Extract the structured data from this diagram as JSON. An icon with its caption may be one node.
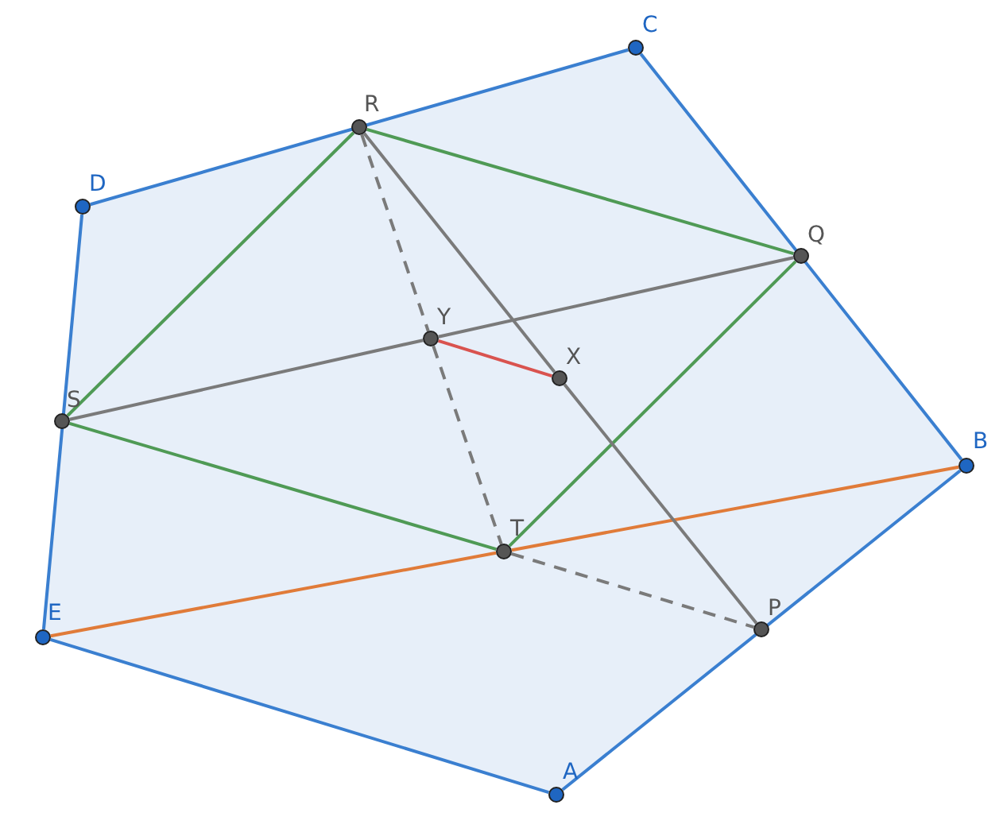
{
  "diagram": {
    "nodes": [
      {
        "text": [
          "C"
        ]
      },
      {
        "text": [
          "R"
        ]
      },
      {
        "text": [
          "D"
        ]
      },
      {
        "text": [
          "Q"
        ]
      },
      {
        "text": [
          "Y"
        ]
      },
      {
        "text": [
          "X"
        ]
      },
      {
        "text": [
          "S"
        ]
      },
      {
        "text": [
          "B"
        ]
      },
      {
        "text": [
          "T"
        ]
      },
      {
        "text": [
          "E"
        ]
      },
      {
        "text": [
          "P"
        ]
      },
      {
        "text": [
          "A"
        ]
      }
    ],
    "edges": [
      {
        "from": 11,
        "to": 7,
        "arrow": "none"
      },
      {
        "from": 7,
        "to": 0,
        "arrow": "none"
      },
      {
        "from": 0,
        "to": 2,
        "arrow": "none"
      },
      {
        "from": 2,
        "to": 9,
        "arrow": "none"
      },
      {
        "from": 9,
        "to": 11,
        "arrow": "none"
      },
      {
        "from": 1,
        "to": 3,
        "arrow": "none",
        "color": "#4f9a55"
      },
      {
        "from": 1,
        "to": 6,
        "arrow": "none",
        "color": "#4f9a55"
      },
      {
        "from": 6,
        "to": 8,
        "arrow": "none",
        "color": "#4f9a55"
      },
      {
        "from": 8,
        "to": 3,
        "arrow": "none",
        "color": "#4f9a55"
      },
      {
        "from": 9,
        "to": 8,
        "arrow": "none",
        "color": "#e07b39"
      },
      {
        "from": 8,
        "to": 7,
        "arrow": "none",
        "color": "#e07b39"
      },
      {
        "from": 6,
        "to": 4,
        "arrow": "none",
        "color": "#7a7a7a"
      },
      {
        "from": 4,
        "to": 3,
        "arrow": "none",
        "color": "#7a7a7a"
      },
      {
        "from": 1,
        "to": 5,
        "arrow": "none",
        "color": "#7a7a7a"
      },
      {
        "from": 5,
        "to": 10,
        "arrow": "none",
        "color": "#7a7a7a"
      },
      {
        "from": 1,
        "to": 4,
        "arrow": "none",
        "style": "dashed",
        "color": "#7a7a7a"
      },
      {
        "from": 4,
        "to": 8,
        "arrow": "none",
        "style": "dashed",
        "color": "#7a7a7a"
      },
      {
        "from": 8,
        "to": 10,
        "arrow": "none",
        "style": "dashed",
        "color": "#7a7a7a"
      },
      {
        "from": 4,
        "to": 5,
        "arrow": "none",
        "color": "#d9534f"
      }
    ]
  }
}
